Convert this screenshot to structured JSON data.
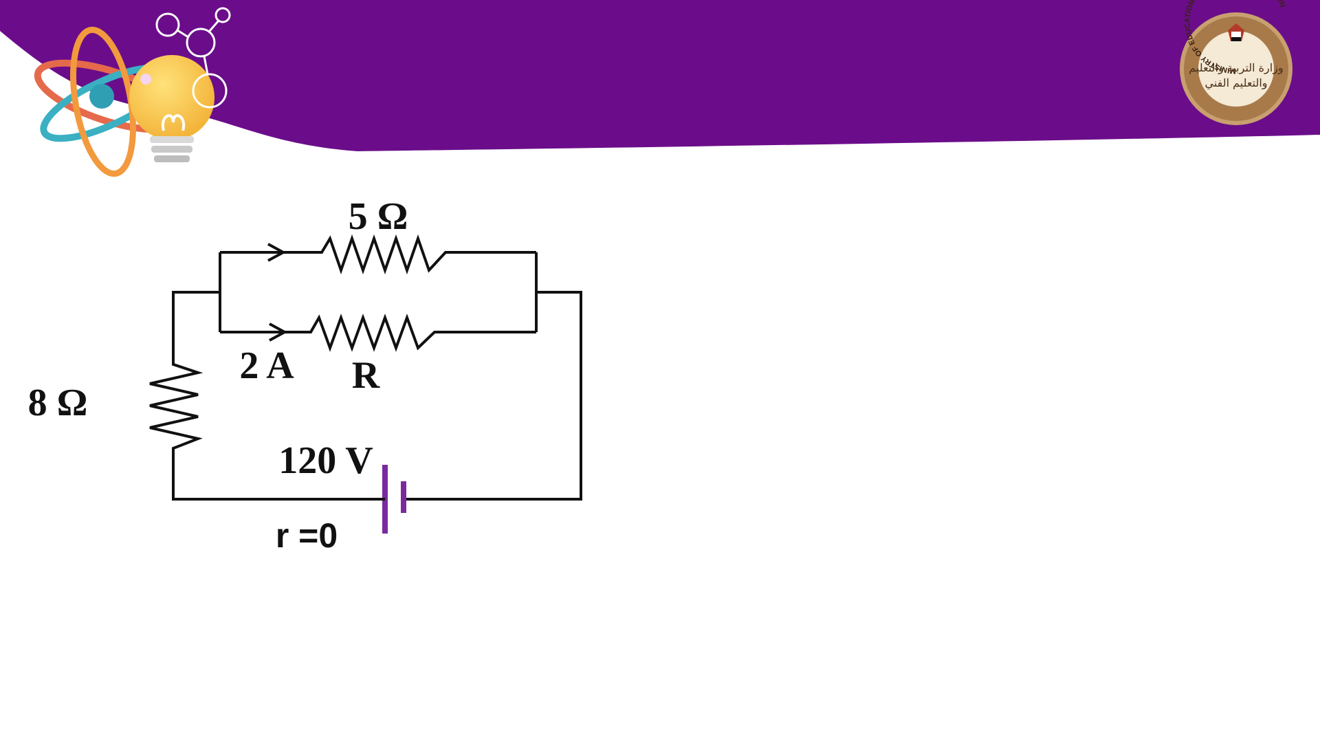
{
  "theme": {
    "banner_color": "#6b0d8a",
    "wire_color": "#111111",
    "battery_color": "#7a2a9e",
    "seal_ring_color": "#c8a070",
    "seal_inner_color": "#f4ead6"
  },
  "header": {
    "logo": {
      "icon": "atom-lightbulb-logo-icon"
    },
    "seal": {
      "icon": "ministry-seal-icon",
      "ring_text": "MINISTRY OF EDUCATION AND TECHNICAL EDUCATION",
      "arabic_line_1": "وزارة التربية والتعليم",
      "arabic_line_2": "والتعليم الفني"
    }
  },
  "circuit": {
    "top_resistor_label": "5 Ω",
    "bottom_resistor_label": "R",
    "current_label": "2 A",
    "series_resistor_label": "8 Ω",
    "battery_emf_label": "120 V",
    "internal_resistance_label": "r =0"
  }
}
